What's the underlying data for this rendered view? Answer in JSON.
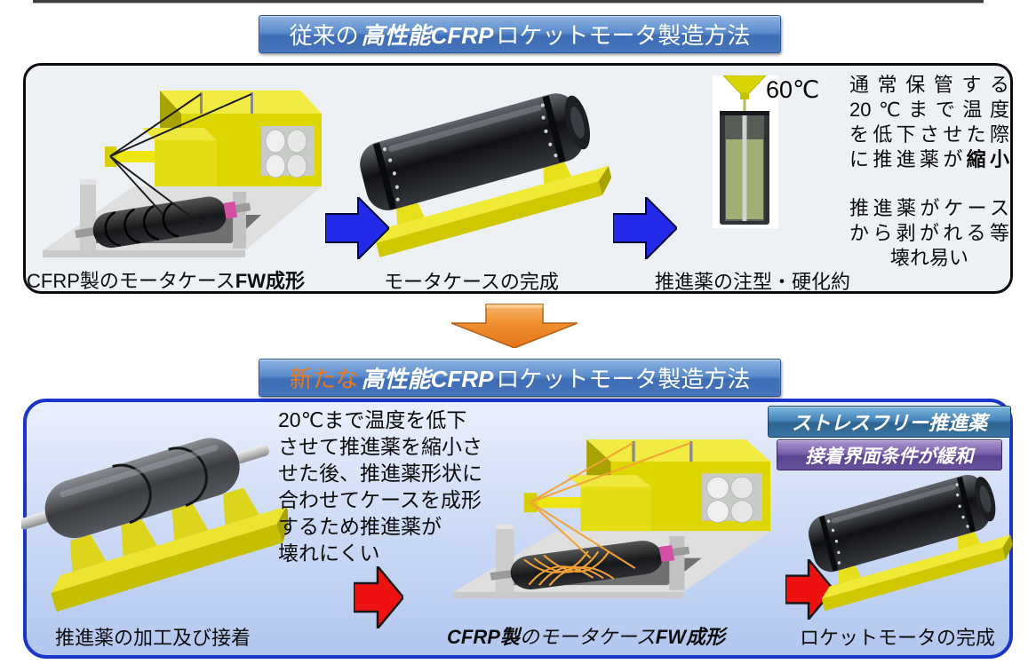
{
  "title_old": {
    "part1": "従来の",
    "part2": "高性能CFRP",
    "part3": "ロケットモータ製造方法"
  },
  "title_new": {
    "part1": "新たな",
    "part2": "高性能CFRP",
    "part3": "ロケットモータ製造方法"
  },
  "old_panel": {
    "caption1_a": "CFRP製のモータケース",
    "caption1_b": "FW成形",
    "caption2": "モータケースの完成",
    "caption3": "推進薬の注型・硬化約",
    "temp_label": "60℃",
    "note1_l1": "通常保管する",
    "note1_l2": "20℃まで温度",
    "note1_l3": "を低下させた際",
    "note1_l4a": "に推進薬が",
    "note1_l4b": "縮小",
    "note2_l1": "推進薬がケース",
    "note2_l2": "から剥がれる等",
    "note2_l3": "壊れ易い"
  },
  "new_panel": {
    "badge1": "ストレスフリー推進薬",
    "badge2": "接着界面条件が緩和",
    "note_l1": "20℃まで温度を低下",
    "note_l2": "させて推進薬を縮小さ",
    "note_l3": "せた後、推進薬形状に",
    "note_l4": "合わせてケースを成形",
    "note_l5": "するため推進薬が",
    "note_l6": "壊れにくい",
    "caption1": "推進薬の加工及び接着",
    "caption2_a": "CFRP製",
    "caption2_b": "のモータケース",
    "caption2_c": "FW成形",
    "caption3": "ロケットモータの完成"
  },
  "colors": {
    "title_bar_blue": "#4a77bf",
    "new_prefix_orange": "#e87a1e",
    "arrow_blue": "#2329e8",
    "arrow_red": "#ee1111",
    "arrow_orange": "#ef9030",
    "badge_blue": "#3c76ad",
    "badge_purple": "#7a5fa8",
    "panel_border_blue": "#1b35cb",
    "machine_yellow": "#ddd600",
    "propellant_green": "#9fae72"
  }
}
